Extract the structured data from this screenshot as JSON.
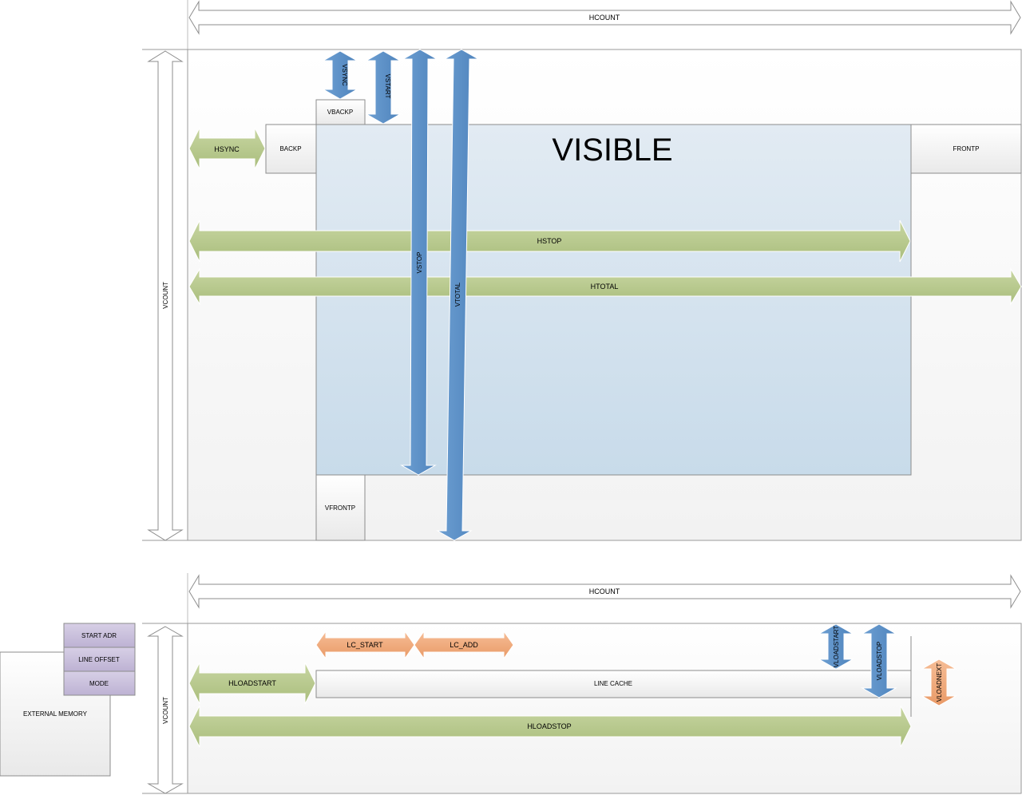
{
  "diagram_title": "",
  "top": {
    "hcount": "HCOUNT",
    "vcount": "VCOUNT",
    "visible": "VISIBLE",
    "backp": "BACKP",
    "frontp": "FRONTP",
    "vbackp": "VBACKP",
    "vfrontp": "VFRONTP",
    "hsync": "HSYNC",
    "hstop": "HSTOP",
    "htotal": "HTOTAL",
    "vsync": "VSYNC",
    "vstart": "VSTART",
    "vstop": "VSTOP",
    "vtotal": "VTOTAL"
  },
  "bottom": {
    "hcount": "HCOUNT",
    "vcount": "VCOUNT",
    "start_adr": "START ADR",
    "line_offset": "LINE OFFSET",
    "mode": "MODE",
    "external_memory": "EXTERNAL MEMORY",
    "hloadstart": "HLOADSTART",
    "hloadstop": "HLOADSTOP",
    "line_cache": "LINE CACHE",
    "lc_start": "LC_START",
    "lc_add": "LC_ADD",
    "vloadstart": "VLOADSTART",
    "vloadstop": "VLOADSTOP",
    "vloadnext": "VLOADNEXT"
  },
  "colors": {
    "green_arrow": "#b8c98f",
    "blue_arrow": "#5b8fc7",
    "orange_arrow": "#f0ac80",
    "purple_box": "#cbc2dd",
    "visible_area": "#d4e2ee",
    "outline": "#8c8c8c"
  }
}
